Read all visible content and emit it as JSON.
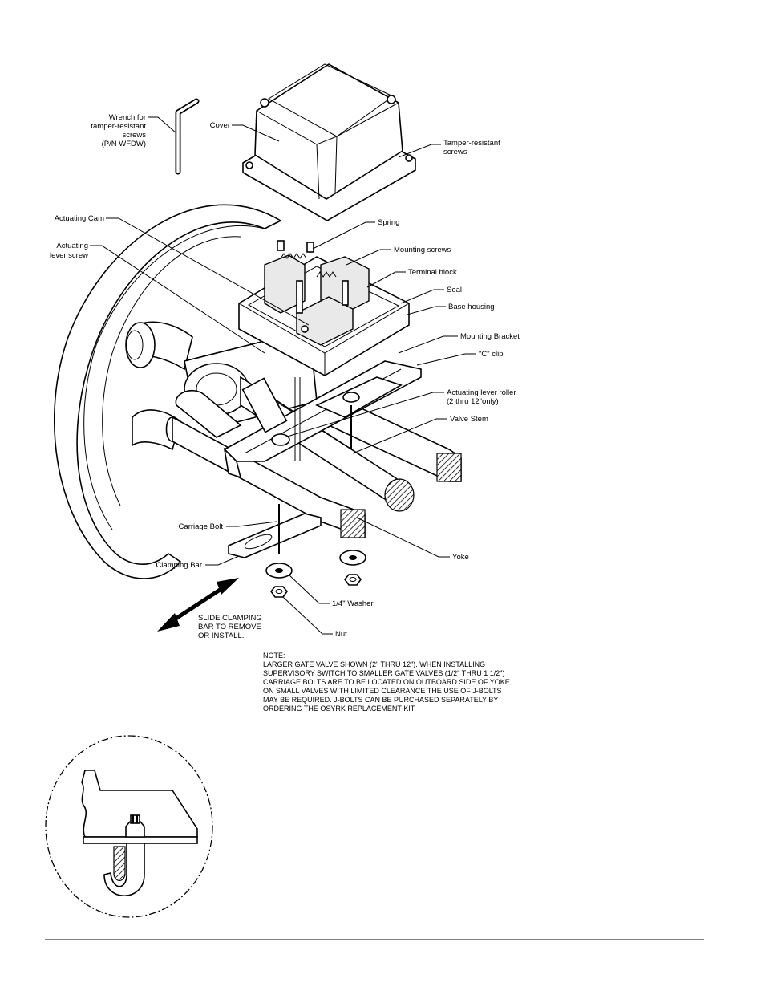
{
  "labels": {
    "wrench": [
      "Wrench for",
      "tamper-resistant",
      "screws",
      "(P/N WFDW)"
    ],
    "cover": "Cover",
    "tamper_screws": [
      "Tamper-resistant",
      "screws"
    ],
    "actuating_cam": "Actuating Cam",
    "actuating_lever_screw": [
      "Actuating",
      "lever screw"
    ],
    "spring": "Spring",
    "mounting_screws": "Mounting screws",
    "terminal_block": "Terminal block",
    "seal": "Seal",
    "base_housing": "Base housing",
    "mounting_bracket": "Mounting Bracket",
    "c_clip": "\"C\" clip",
    "actuating_lever_roller": [
      "Actuating lever roller",
      "(2 thru 12\"only)"
    ],
    "valve_stem": "Valve Stem",
    "carriage_bolt": "Carriage Bolt",
    "clamping_bar": "Clamping Bar",
    "yoke": "Yoke",
    "washer": "1/4\" Washer",
    "nut": "Nut",
    "slide_instruction": [
      "SLIDE CLAMPING",
      "BAR TO REMOVE",
      "OR INSTALL."
    ]
  },
  "note": [
    "NOTE:",
    "LARGER GATE VALVE SHOWN (2\" THRU 12\"). WHEN INSTALLING",
    "SUPERVISORY SWITCH TO SMALLER GATE VALVES (1/2\" THRU 1 1/2\")",
    "CARRIAGE BOLTS ARE TO BE LOCATED ON OUTBOARD SIDE OF YOKE.",
    "ON SMALL VALVES WITH LIMITED CLEARANCE THE USE OF J-BOLTS",
    "MAY BE REQUIRED. J-BOLTS CAN BE PURCHASED SEPARATELY BY",
    "ORDERING THE OSYRK REPLACEMENT KIT."
  ]
}
